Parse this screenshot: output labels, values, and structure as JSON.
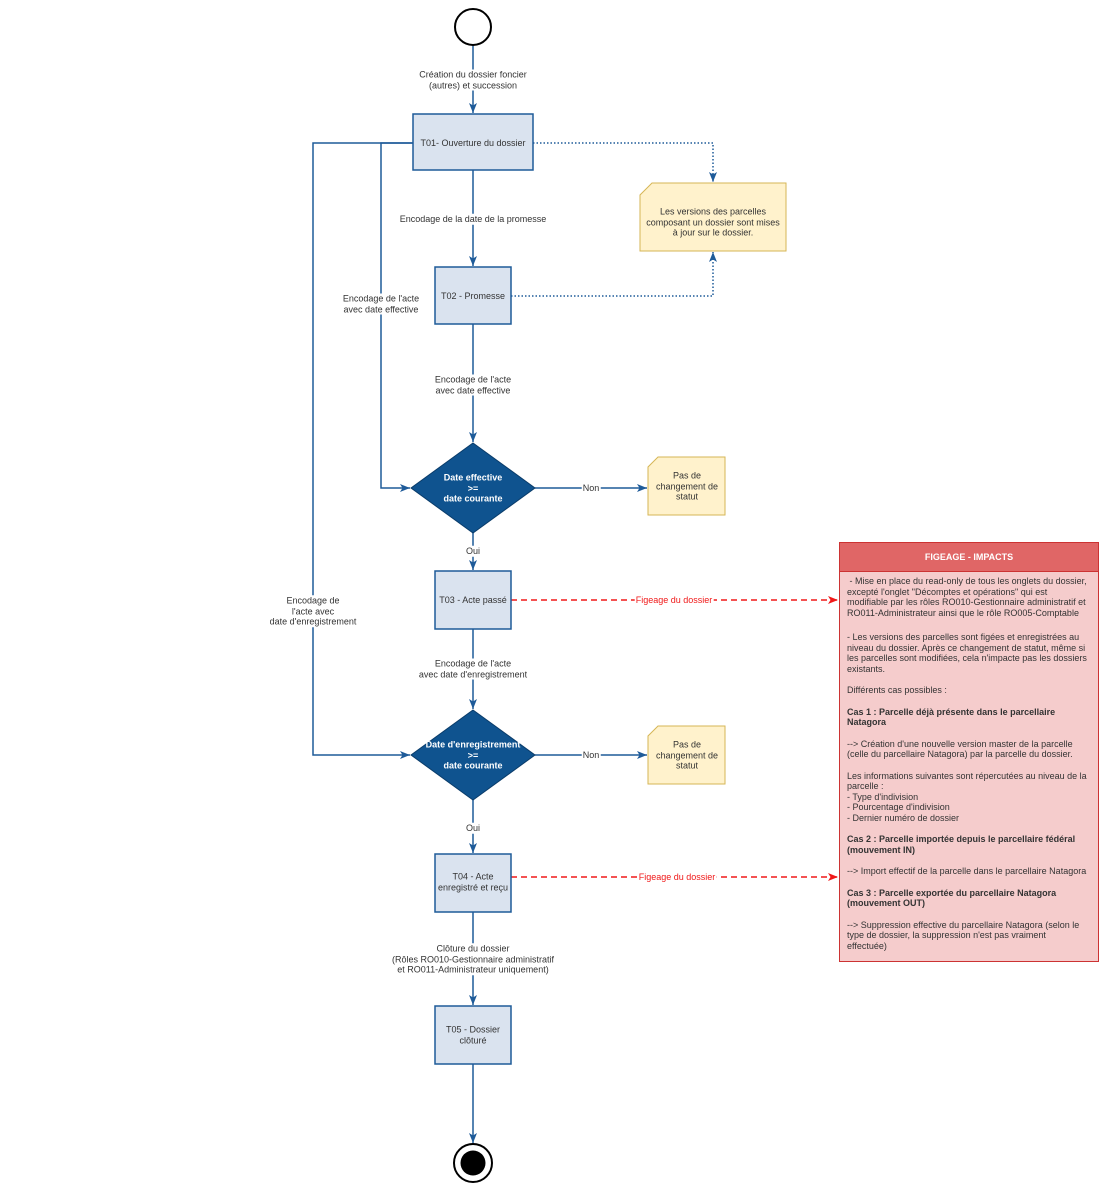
{
  "diagram": {
    "tasks": {
      "t01": "T01- Ouverture du dossier",
      "t02": "T02 - Promesse",
      "t03": "T03 - Acte passé",
      "t04": "T04 - Acte\nenregistré et reçu",
      "t05": "T05 - Dossier\nclôturé"
    },
    "decisions": {
      "d1": "Date effective\n>=\ndate courante",
      "d2": "Date d'enregistrement\n>=\ndate courante"
    },
    "notes": {
      "versions_update": "Les versions des parcelles\ncomposant un dossier sont mises\nà jour sur le dossier.",
      "d1_no_change": "Pas de\nchangement de\nstatut",
      "d2_no_change": "Pas de\nchangement de\nstatut"
    },
    "edge_labels": {
      "start_to_t01": "Création du dossier foncier\n(autres) et succession",
      "t01_to_t02": "Encodage de la date de la promesse",
      "t01_to_d1": "Encodage de l'acte\navec date effective",
      "t01_to_d2": "Encodage de\nl'acte avec\ndate d'enregistrement",
      "t02_to_d1": "Encodage de l'acte\navec date effective",
      "d1_no": "Non",
      "d1_yes": "Oui",
      "t03_freeze": "Figeage du dossier",
      "t03_to_d2": "Encodage de l'acte\navec date d'enregistrement",
      "d2_no": "Non",
      "d2_yes": "Oui",
      "t04_freeze": "Figeage du dossier",
      "t04_to_t05": "Clôture du dossier\n(Rôles RO010-Gestionnaire administratif\net RO011-Administrateur uniquement)"
    }
  },
  "impacts_panel": {
    "title": "FIGEAGE - IMPACTS",
    "paragraphs": [
      " - Mise en place du read-only de tous les onglets du dossier,\nexcepté l'onglet \"Décomptes et opérations\" qui est\nmodifiable par les rôles RO010-Gestionnaire administratif et\nRO011-Administrateur ainsi que le rôle RO005-Comptable",
      "- Les versions des parcelles sont figées et enregistrées au\nniveau du dossier. Après ce changement de statut, même si\nles parcelles sont modifiées, cela n'impacte pas les dossiers\nexistants.",
      "Différents cas possibles :",
      "Cas 1 : Parcelle déjà présente dans le parcellaire\nNatagora",
      "--> Création d'une nouvelle version master de la parcelle\n(celle du parcellaire Natagora) par la parcelle du dossier.",
      "Les informations suivantes sont répercutées au niveau de la\nparcelle :\n- Type d'indivision\n- Pourcentage d'indivision\n- Dernier numéro de dossier",
      "Cas 2 : Parcelle importée depuis le parcellaire fédéral\n(mouvement IN)",
      "--> Import effectif de la parcelle dans le parcellaire Natagora",
      "Cas 3 : Parcelle exportée du parcellaire Natagora\n(mouvement OUT)",
      "--> Suppression effective du parcellaire Natagora (selon le\ntype de dossier, la suppression n'est pas vraiment\neffectuée)"
    ]
  },
  "colors": {
    "task_fill": "#dae3ef",
    "task_stroke": "#1e5b99",
    "flow_line": "#1e5b99",
    "decision_fill": "#0f538f",
    "decision_stroke": "#0a3c6a",
    "note_fill": "#fff2cc",
    "note_stroke": "#d6b656",
    "freeze_line": "#f01919",
    "panel_header": "#e06666",
    "panel_body": "#f5cccc",
    "panel_border": "#cc3333",
    "node_stroke": "#000000"
  }
}
